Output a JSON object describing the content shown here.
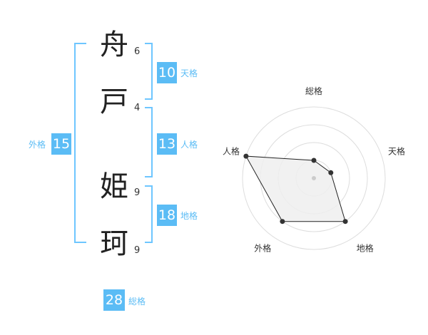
{
  "name": {
    "chars": [
      {
        "char": "舟",
        "strokes": "6"
      },
      {
        "char": "戸",
        "strokes": "4"
      },
      {
        "char": "姫",
        "strokes": "9"
      },
      {
        "char": "珂",
        "strokes": "9"
      }
    ]
  },
  "fortune": {
    "tenkaku": {
      "value": "10",
      "label": "天格"
    },
    "jinkaku": {
      "value": "13",
      "label": "人格"
    },
    "chikaku": {
      "value": "18",
      "label": "地格"
    },
    "gaikaku": {
      "value": "15",
      "label": "外格"
    },
    "soukaku": {
      "value": "28",
      "label": "総格"
    }
  },
  "colors": {
    "accent": "#5bbcf5",
    "line": "#6ec6ff",
    "polygon_fill": "#efefef",
    "polygon_stroke": "#222222"
  },
  "chart_data": {
    "type": "radar",
    "axes": [
      "総格",
      "天格",
      "地格",
      "外格",
      "人格"
    ],
    "values": [
      1,
      1,
      3,
      3,
      4
    ],
    "range": [
      0,
      4
    ],
    "rings": 4
  }
}
